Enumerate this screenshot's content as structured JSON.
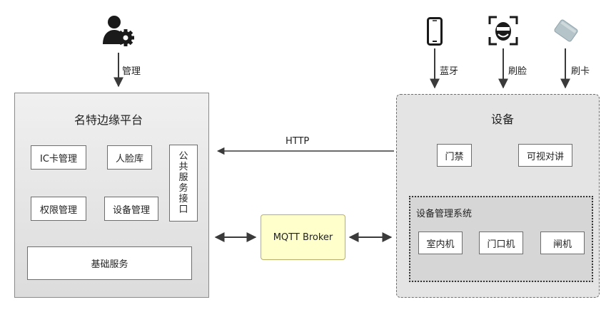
{
  "top_labels": {
    "manage": "管理",
    "bluetooth": "蓝牙",
    "face": "刷脸",
    "card": "刷卡"
  },
  "platform": {
    "title": "名特边缘平台",
    "ic_card": "IC卡管理",
    "face_lib": "人脸库",
    "public_api": [
      "公",
      "共",
      "服",
      "务",
      "接",
      "口"
    ],
    "permission": "权限管理",
    "device_mgmt": "设备管理",
    "base_service": "基础服务"
  },
  "broker": {
    "label": "MQTT Broker"
  },
  "http": {
    "label": "HTTP"
  },
  "device": {
    "title": "设备",
    "access": "门禁",
    "intercom": "可视对讲",
    "system": {
      "title": "设备管理系统",
      "indoor": "室内机",
      "door": "门口机",
      "gate": "闸机"
    }
  },
  "icons": {
    "admin": "admin-gear-icon",
    "phone": "phone-icon",
    "face": "face-scan-icon",
    "card": "card-icon"
  },
  "colors": {
    "broker_fill": "#ffffcc",
    "broker_border": "#b8b06a",
    "panel_fill": "#e4e4e4",
    "inner_fill": "#d6d6d6",
    "line": "#3a3a3a"
  }
}
